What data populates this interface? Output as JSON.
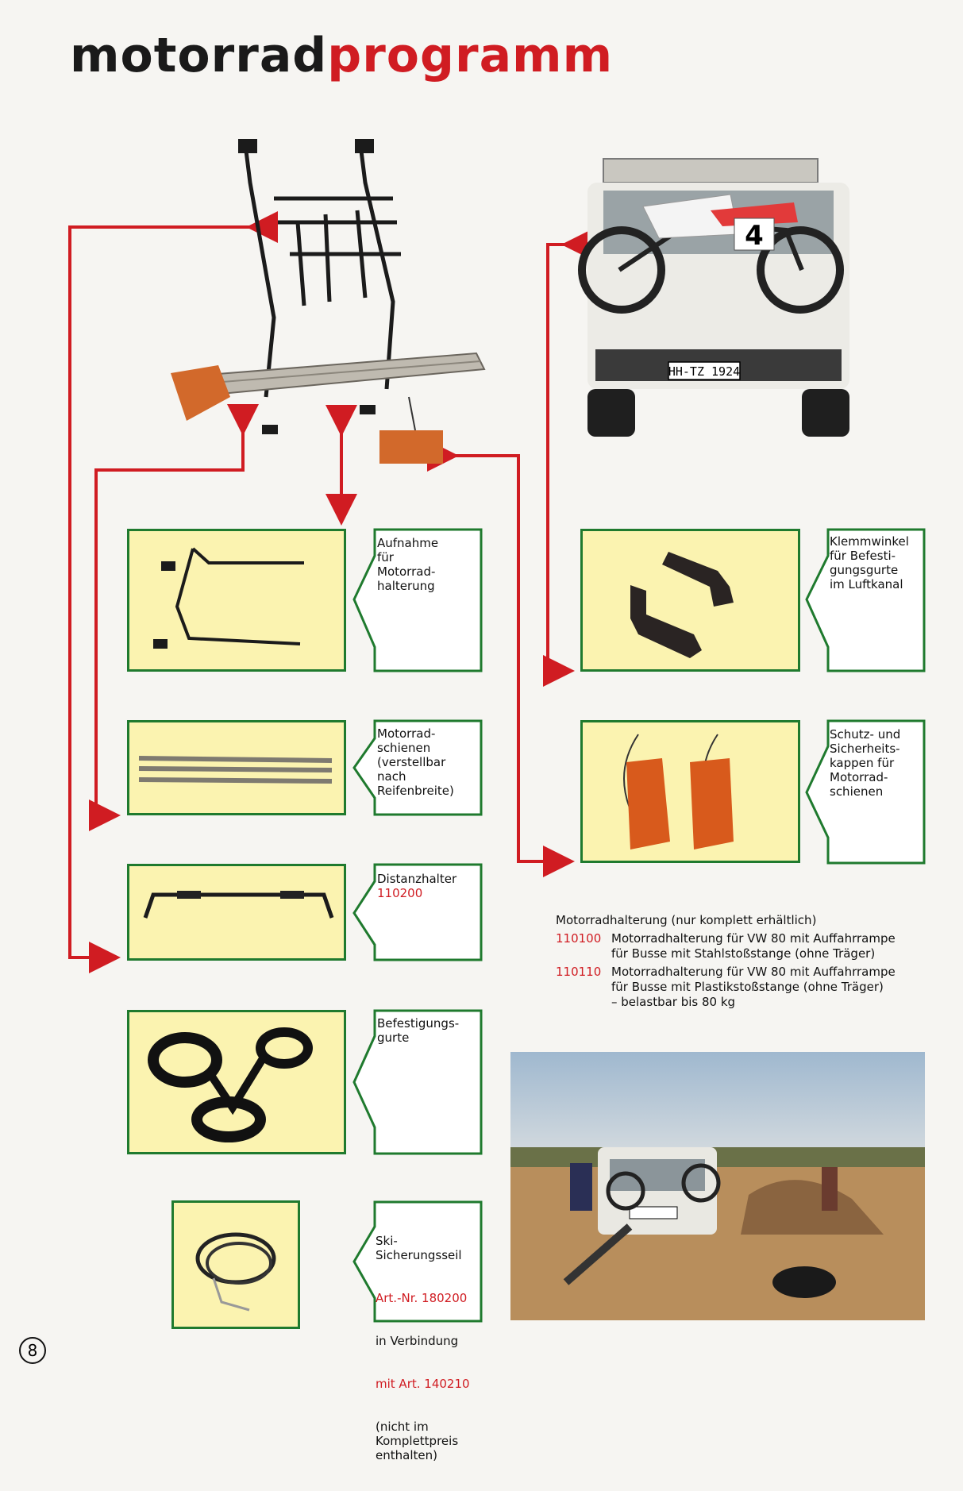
{
  "header": {
    "title_part1": "motorrad",
    "title_part2": "programm"
  },
  "items": [
    {
      "label": "Aufnahme\nfür\nMotorrad-\nhalterung"
    },
    {
      "label": "Motorrad-\nschienen\n(verstellbar\nnach\nReifenbreite)"
    },
    {
      "label": "Distanzhalter",
      "code": "110200"
    },
    {
      "label": "Befestigungs-\ngurte"
    },
    {
      "label_before": "Ski-\nSicherungsseil",
      "ref1": "Art.-Nr. 180200",
      "mid": "in Verbindung",
      "ref2": "mit Art. 140210",
      "label_after": "(nicht im\nKomplettpreis\nenthalten)"
    },
    {
      "label": "Klemmwinkel\nfür Befesti-\ngungsgurte\nim Luftkanal"
    },
    {
      "label": "Schutz- und\nSicherheits-\nkappen für\nMotorrad-\nschienen"
    }
  ],
  "info": {
    "heading": "Motorradhalterung (nur komplett erhältlich)",
    "entries": [
      {
        "code": "110100",
        "text": "Motorradhalterung für VW 80 mit Auffahrrampe\nfür Busse mit Stahlstoßstange (ohne Träger)"
      },
      {
        "code": "110110",
        "text": "Motorradhalterung für VW 80 mit Auffahrrampe\nfür Busse mit Plastikstoßstange (ohne Träger)"
      }
    ],
    "note": "– belastbar bis 80 kg"
  },
  "car_plate": "HH-TZ 1924",
  "bike_number": "4",
  "page_number": "8",
  "colors": {
    "red": "#d01c22",
    "green": "#1f7a2e",
    "yellow": "#fbf3b0"
  }
}
